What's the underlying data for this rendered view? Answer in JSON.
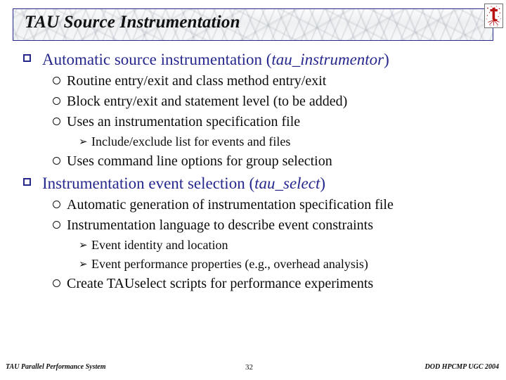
{
  "slide": {
    "title": "TAU Source Instrumentation",
    "logo_icon": "tau-splatter-logo-icon",
    "accent_color": "#26278d",
    "body_color": "#0b0b0b",
    "content": [
      {
        "level": 1,
        "bullet": "square-outline-bullet",
        "text": "Automatic source instrumentation (",
        "emphasis": "tau_instrumentor",
        "text_after": ")"
      },
      {
        "level": 2,
        "bullet": "circle-outline-bullet",
        "text": "Routine entry/exit and class method entry/exit"
      },
      {
        "level": 2,
        "bullet": "circle-outline-bullet",
        "text": "Block entry/exit and statement level (to be added)"
      },
      {
        "level": 2,
        "bullet": "circle-outline-bullet",
        "text": "Uses an instrumentation specification file"
      },
      {
        "level": 3,
        "bullet": "arrowhead-bullet",
        "glyph": "➢",
        "text": "Include/exclude list for events and files"
      },
      {
        "level": 2,
        "bullet": "circle-outline-bullet",
        "text": "Uses command line options for group selection"
      },
      {
        "level": 1,
        "bullet": "square-outline-bullet",
        "text": "Instrumentation event selection (",
        "emphasis": "tau_select",
        "text_after": ")"
      },
      {
        "level": 2,
        "bullet": "circle-outline-bullet",
        "text": "Automatic generation of instrumentation specification file"
      },
      {
        "level": 2,
        "bullet": "circle-outline-bullet",
        "text": "Instrumentation language to describe event constraints"
      },
      {
        "level": 3,
        "bullet": "arrowhead-bullet",
        "glyph": "➢",
        "text": "Event identity and location"
      },
      {
        "level": 3,
        "bullet": "arrowhead-bullet",
        "glyph": "➢",
        "text": "Event performance properties (e.g., overhead analysis)"
      },
      {
        "level": 2,
        "bullet": "circle-outline-bullet",
        "text": "Create TAUselect scripts for performance experiments"
      }
    ]
  },
  "footer": {
    "left": "TAU Parallel Performance System",
    "page": "32",
    "right": "DOD HPCMP UGC 2004"
  }
}
